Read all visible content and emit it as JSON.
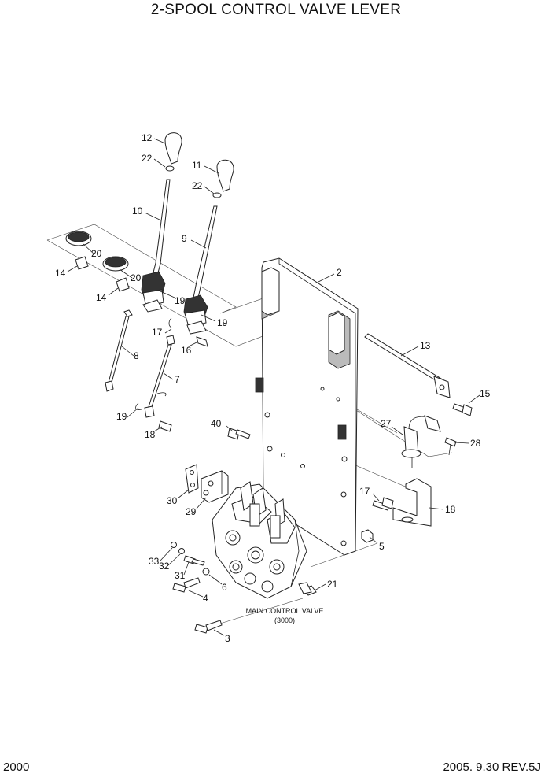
{
  "title": "2-SPOOL CONTROL VALVE LEVER",
  "footer": {
    "page_number": "2000",
    "revision": "2005. 9.30 REV.5J"
  },
  "note": {
    "line1": "MAIN CONTROL VALVE",
    "line2": "(3000)"
  },
  "labels": {
    "p2": "2",
    "p3": "3",
    "p4": "4",
    "p5": "5",
    "p6": "6",
    "p7": "7",
    "p8": "8",
    "p9": "9",
    "p10": "10",
    "p11": "11",
    "p12": "12",
    "p13": "13",
    "p14a": "14",
    "p14b": "14",
    "p15": "15",
    "p16": "16",
    "p17a": "17",
    "p17b": "17",
    "p18a": "18",
    "p18b": "18",
    "p19a": "19",
    "p19b": "19",
    "p19c": "19",
    "p20a": "20",
    "p20b": "20",
    "p21": "21",
    "p22a": "22",
    "p22b": "22",
    "p27": "27",
    "p28": "28",
    "p29": "29",
    "p30": "30",
    "p31": "31",
    "p32": "32",
    "p33": "33",
    "p40": "40"
  }
}
